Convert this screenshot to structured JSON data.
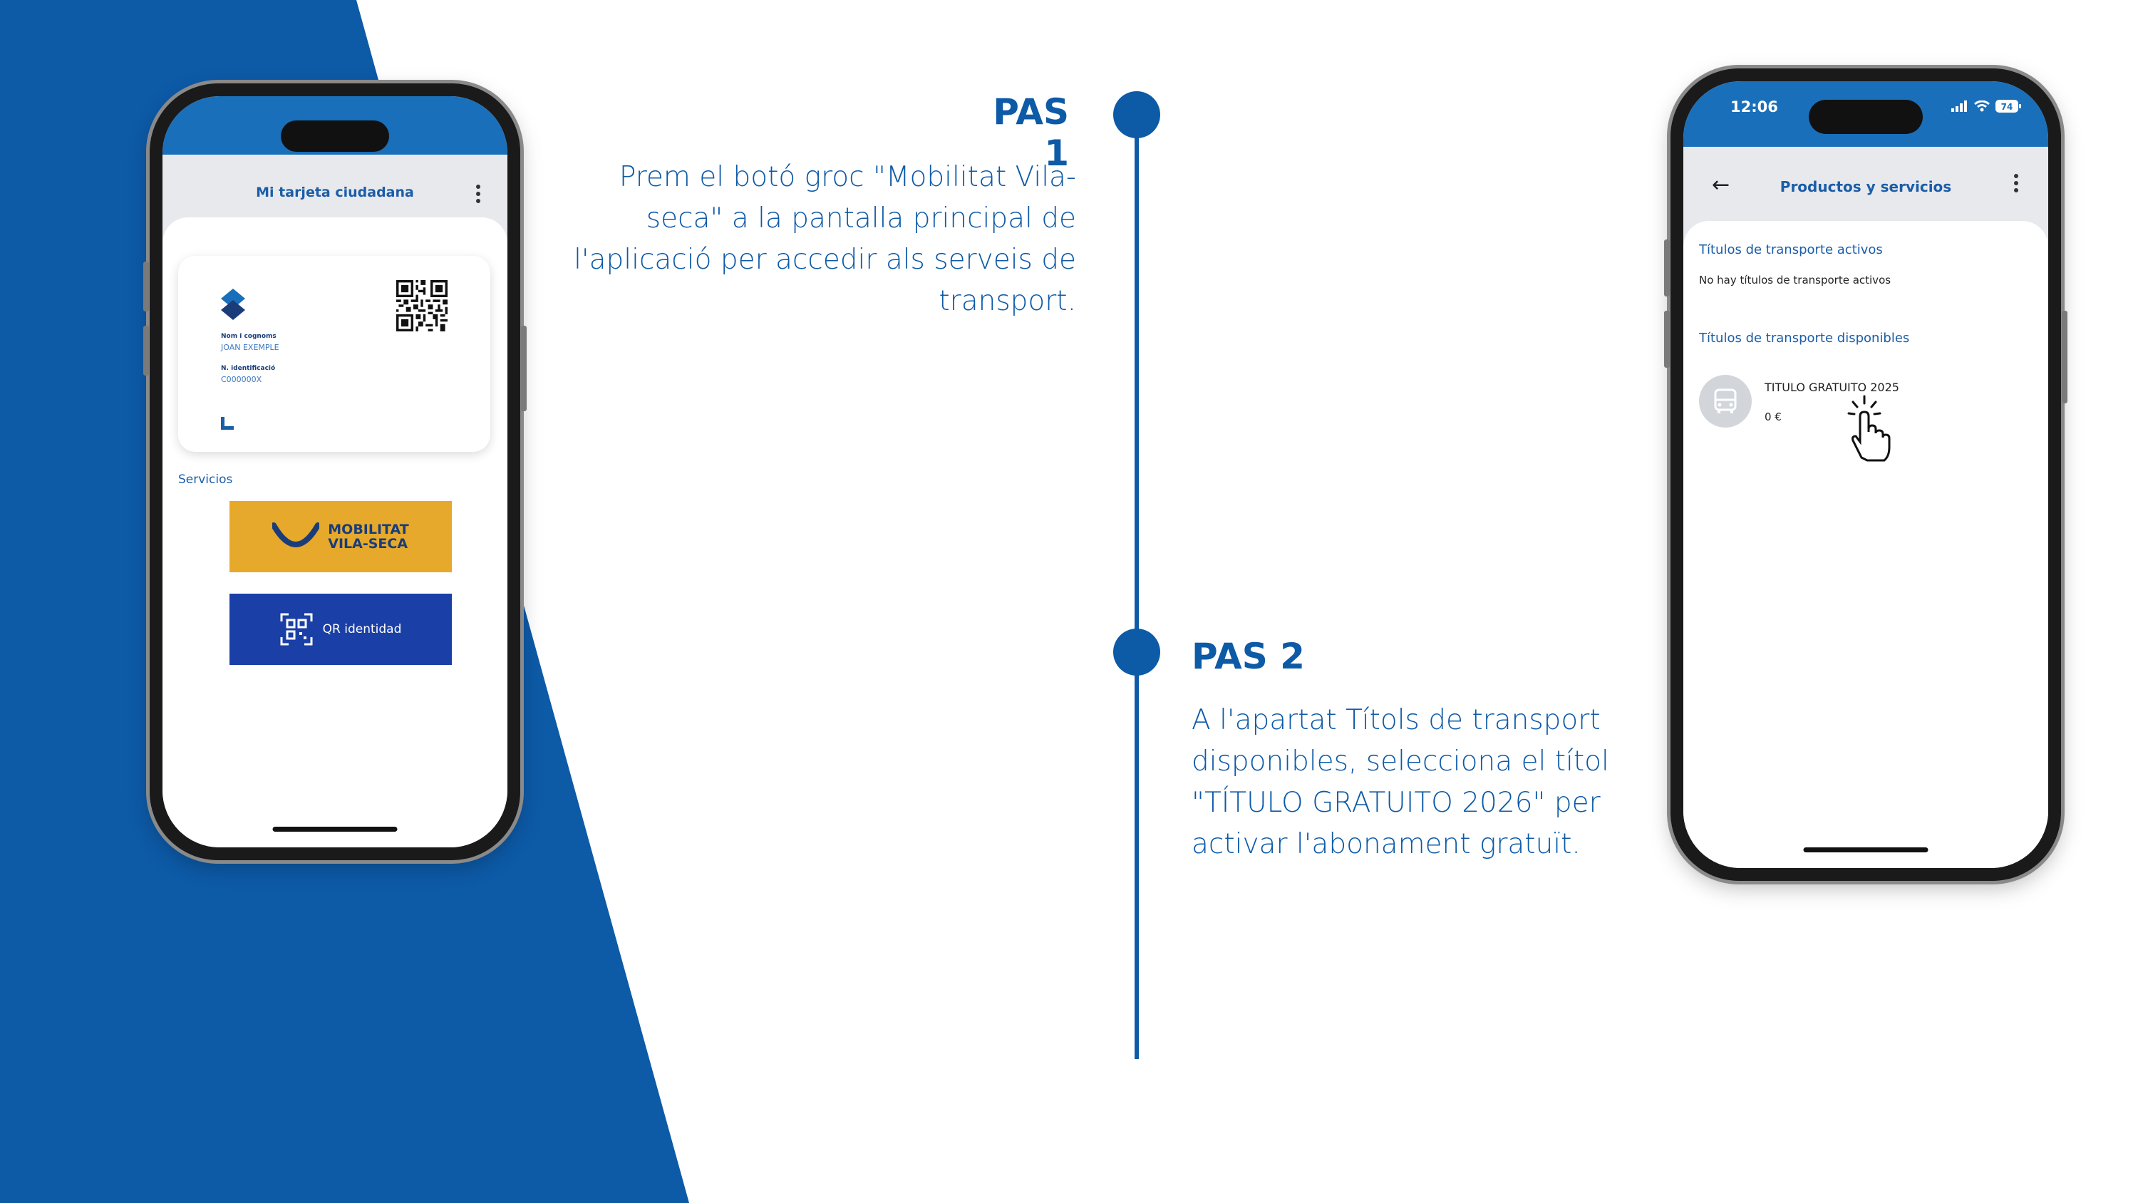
{
  "phone1": {
    "title": "Mi tarjeta ciudadana",
    "card": {
      "name_label": "Nom i cognoms",
      "name_value": "JOAN EXEMPLE",
      "id_label": "N. identificació",
      "id_value": "C000000X"
    },
    "services_label": "Servicios",
    "mobilitat_button": {
      "line1": "MOBILITAT",
      "line2": "VILA-SECA"
    },
    "qr_button": "QR identidad"
  },
  "step1": {
    "title": "PAS 1",
    "lines": [
      "Prem el botó groc \"Mobilitat Vila-",
      "seca\" a la pantalla principal de",
      "l'aplicació per accedir als serveis de",
      "transport."
    ]
  },
  "step2": {
    "title": "PAS 2",
    "lines": [
      "A l'apartat Títols de transport",
      "disponibles, selecciona el títol",
      "\"TÍTULO GRATUITO 2026\" per",
      "activar l'abonament gratuït."
    ]
  },
  "phone2": {
    "time": "12:06",
    "battery": "74",
    "title": "Productos y servicios",
    "active_heading": "Títulos de transporte activos",
    "active_empty": "No hay títulos de transporte activos",
    "available_heading": "Títulos de transporte disponibles",
    "item_name": "TITULO GRATUITO 2025",
    "item_price": "0 €"
  },
  "colors": {
    "brand_blue": "#0d5aa7",
    "app_blue": "#1a6fba",
    "mobilitat_yellow": "#e6a92b",
    "qr_blue": "#1a3fa6"
  },
  "icons": [
    "kebab-menu-icon",
    "qr-code-icon",
    "bus-icon",
    "pointer-hand-icon",
    "back-arrow-icon",
    "signal-icon",
    "wifi-icon",
    "battery-icon"
  ]
}
